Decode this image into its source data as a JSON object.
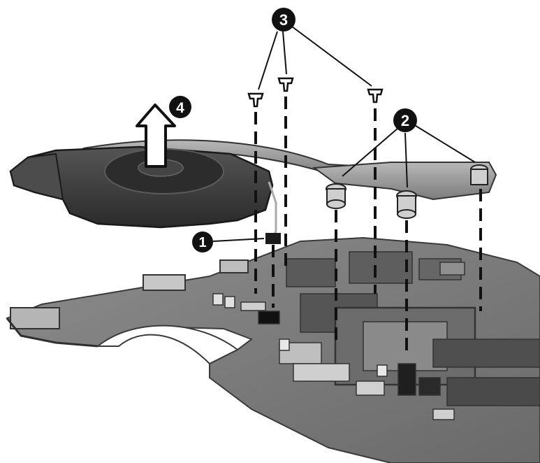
{
  "diagram": {
    "callouts": [
      {
        "id": "1",
        "label": "1"
      },
      {
        "id": "2",
        "label": "2"
      },
      {
        "id": "3",
        "label": "3"
      },
      {
        "id": "4",
        "label": "4"
      }
    ],
    "colors": {
      "board": "#7a7a7a",
      "board_dark": "#4a4a4a",
      "board_light": "#a3a3a3",
      "fan": "#3c3c3c",
      "heatsink": "#9a9a9a",
      "callout_fill": "#111111",
      "callout_text": "#ffffff",
      "leader": "#111111"
    }
  }
}
